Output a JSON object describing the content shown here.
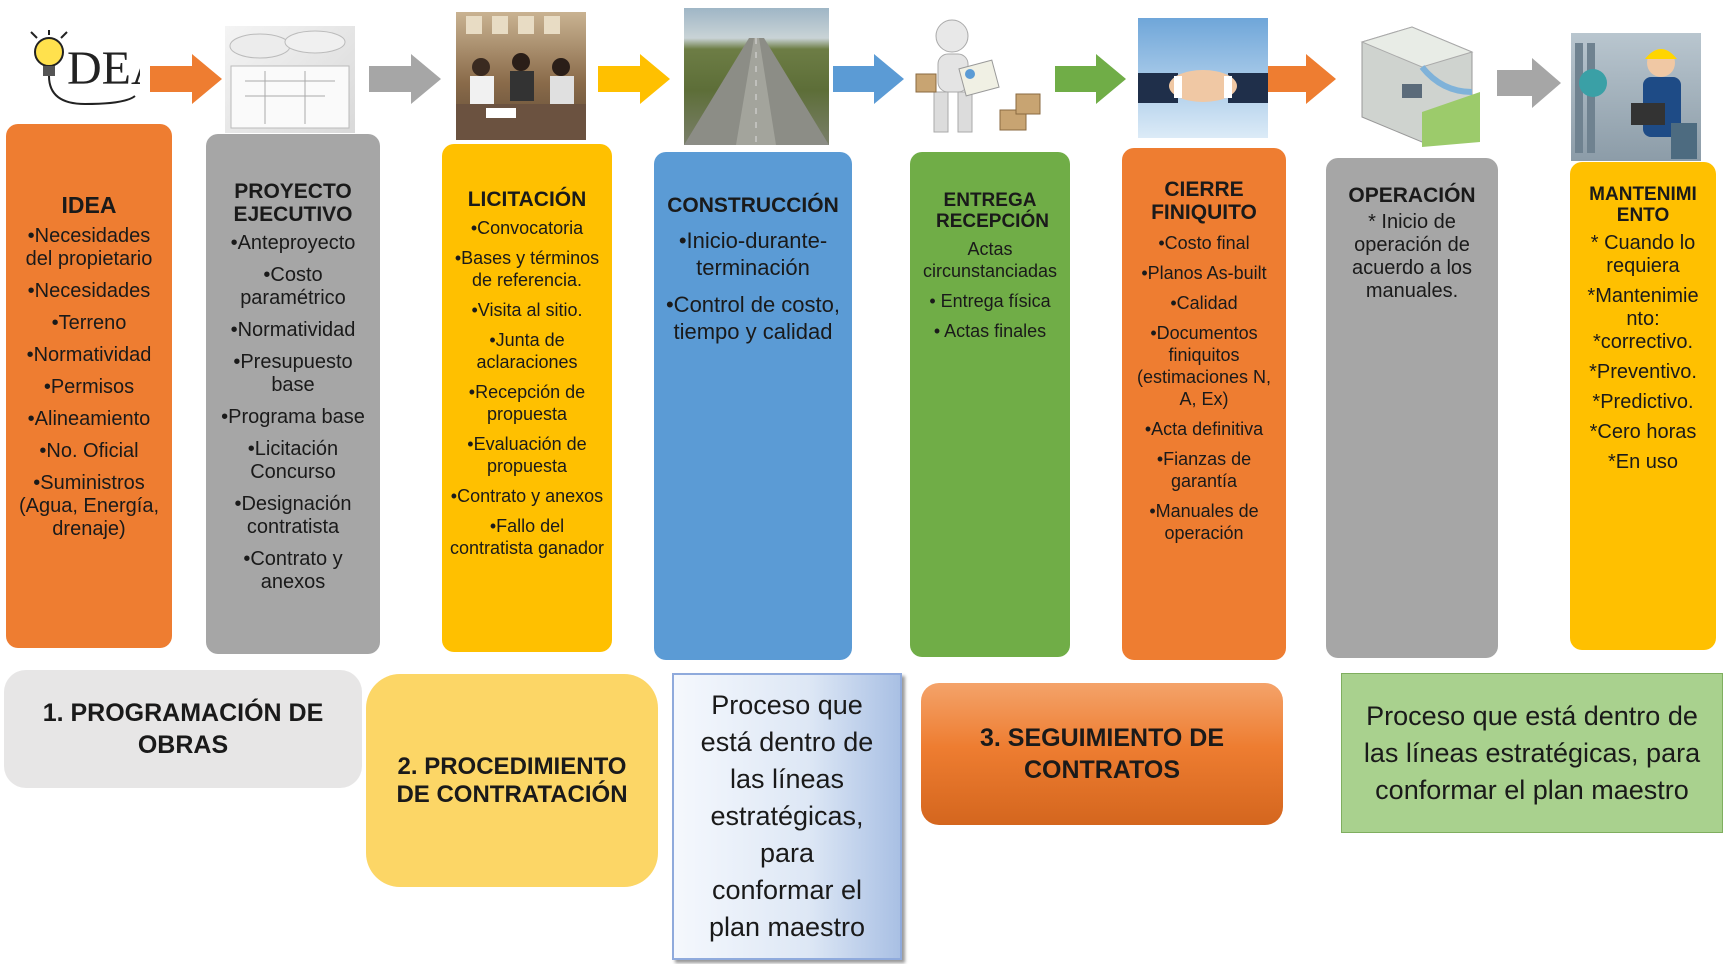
{
  "logo": {
    "text": "DEA"
  },
  "columns": [
    {
      "title": "IDEA",
      "items": [
        "•Necesidades del propietario",
        "•Necesidades",
        "•Terreno",
        "•Normatividad",
        "•Permisos",
        "•Alineamiento",
        "•No. Oficial",
        "•Suministros (Agua, Energía, drenaje)"
      ]
    },
    {
      "title": "PROYECTO EJECUTIVO",
      "items": [
        "•Anteproyecto",
        "•Costo paramétrico",
        "•Normatividad",
        "•Presupuesto base",
        "•Programa base",
        "•Licitación Concurso",
        "•Designación contratista",
        "•Contrato y anexos"
      ]
    },
    {
      "title": "LICITACIÓN",
      "items": [
        "•Convocatoria",
        "•Bases y términos de referencia.",
        "•Visita al sitio.",
        "•Junta de aclaraciones",
        "•Recepción de propuesta",
        "•Evaluación de propuesta",
        "•Contrato y anexos",
        "•Fallo del contratista ganador"
      ]
    },
    {
      "title": "CONSTRUCCIÓN",
      "items": [
        "•Inicio-durante-terminación",
        "•Control de costo, tiempo y calidad"
      ]
    },
    {
      "title": "ENTREGA RECEPCIÓN",
      "items": [
        "Actas circunstanciadas",
        "• Entrega física",
        "• Actas finales"
      ]
    },
    {
      "title": "CIERRE FINIQUITO",
      "items": [
        "•Costo final",
        "•Planos As-built",
        "•Calidad",
        "•Documentos finiquitos (estimaciones N, A, Ex)",
        "•Acta definitiva",
        "•Fianzas de garantía",
        "•Manuales de operación"
      ]
    },
    {
      "title": "OPERACIÓN",
      "items": [
        "* Inicio de operación de acuerdo a los manuales."
      ]
    },
    {
      "title": "MANTENIMI ENTO",
      "items": [
        "* Cuando lo requiera",
        "*Mantenimie nto: *correctivo.",
        "*Preventivo.",
        "*Predictivo.",
        "*Cero horas",
        "*En uso"
      ]
    }
  ],
  "phases": {
    "p1": "1. PROGRAMACIÓN DE OBRAS",
    "p2": "2. PROCEDIMIENTO DE CONTRATACIÓN",
    "p3": "3. SEGUIMIENTO DE CONTRATOS"
  },
  "notes": {
    "blue": "Proceso que está dentro de las líneas estratégicas, para conformar el plan maestro",
    "green": "Proceso que está dentro de las líneas estratégicas, para conformar el plan maestro"
  },
  "colors": {
    "orange": "#ee7d31",
    "gray": "#a6a6a6",
    "yellow": "#ffc000",
    "blue": "#5b9bd5",
    "green": "#70ad47",
    "light_yellow": "#fcd666",
    "light_gray": "#e7e6e6",
    "light_green": "#a9d18e"
  },
  "icons": [
    "lightbulb-icon",
    "blueprint-image",
    "meeting-photo",
    "road-construction-photo",
    "robot-delivery-image",
    "handshake-image",
    "water-plant-illustration",
    "maintenance-worker-photo"
  ]
}
